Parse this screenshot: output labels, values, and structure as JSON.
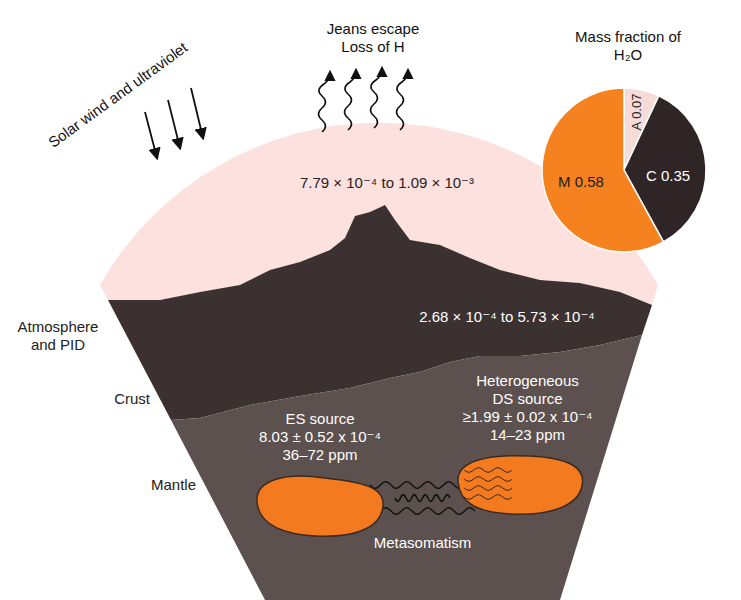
{
  "diagram": {
    "nodes": [
      {
        "text": [
          "Atmosphere and PID",
          "7.79 × 10⁻⁴ to 1.09 × 10⁻³"
        ]
      },
      {
        "text": [
          "Crust",
          "2.68 × 10⁻⁴ to 5.73 × 10⁻⁴"
        ]
      },
      {
        "text": [
          "Mantle"
        ]
      },
      {
        "text": [
          "ES source",
          "8.03 ± 0.52 x 10⁻⁴",
          "36–72 ppm"
        ],
        "in": 2
      },
      {
        "text": [
          "Heterogeneous DS source",
          "≥1.99 ± 0.02 x 10⁻⁴",
          "14–23 ppm"
        ],
        "in": 2
      }
    ],
    "edges": [
      {
        "from": 3,
        "to": 4,
        "arrow": "none",
        "label": "Metasomatism"
      }
    ],
    "labels": [
      "Solar wind and ultraviolet",
      "Jeans escape Loss of H",
      "Mass fraction of H₂O",
      "M 0.58",
      "C 0.35",
      "A 0.07"
    ]
  }
}
